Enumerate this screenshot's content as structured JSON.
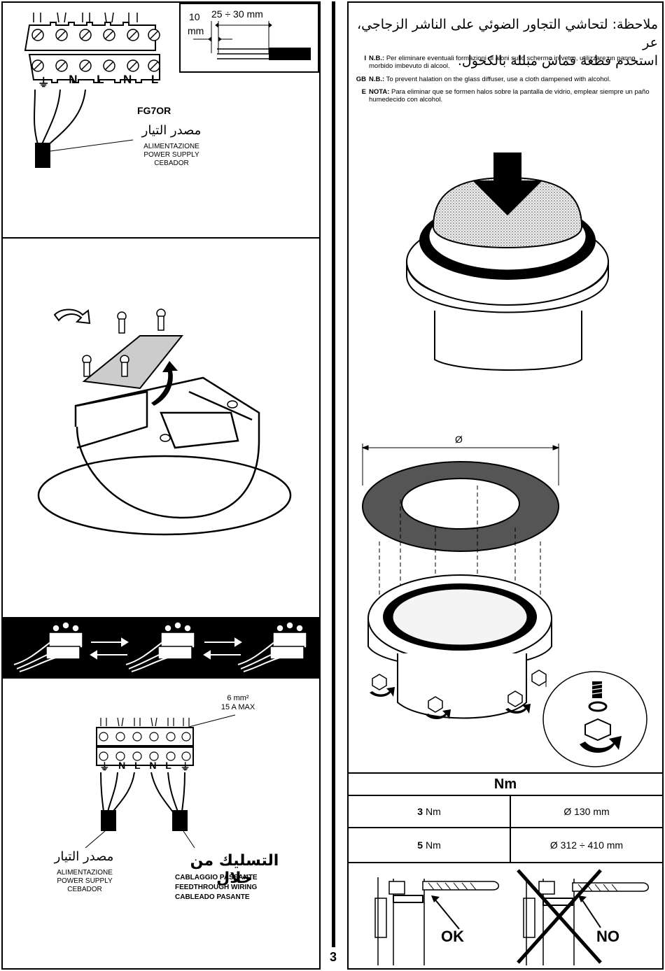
{
  "page_number": "3",
  "wiring_top": {
    "dim_left_value": "10",
    "dim_left_unit": "mm",
    "dim_right": "25 ÷ 30 mm",
    "terminal_labels": [
      "⏚",
      "N",
      "L",
      "N",
      "L"
    ],
    "cable_code": "FG7OR",
    "arabic_label": "مصدر التيار",
    "power_labels": [
      "ALIMENTAZIONE",
      "POWER SUPPLY",
      "CEBADOR"
    ]
  },
  "notes": {
    "arabic_line1": "ملاحظة: لتحاشي التجاور الضوئي على الناشر الزجاجي، عر",
    "arabic_line2": "استخدم قطعة قماش مبللة بالكحول.",
    "items": [
      {
        "code": "I",
        "title": "N.B.:",
        "text": "Per eliminare eventuali formazioni di aloni sullo schermo in vetro, utilizzare un panno morbido imbevuto di alcool."
      },
      {
        "code": "GB",
        "title": "N.B.:",
        "text": "To prevent halation on the glass diffuser, use a cloth dampened with alcohol."
      },
      {
        "code": "E",
        "title": "NOTA:",
        "text": "Para eliminar que se formen halos sobre la pantalla de vidrio, emplear siempre un paño humedecido con alcohol."
      }
    ]
  },
  "diameter_symbol": "Ø",
  "wiring_bottom": {
    "spec_line1": "6 mm²",
    "spec_line2": "15 A MAX",
    "terminal_labels": [
      "⏚",
      "N",
      "L",
      "N",
      "L",
      "⏚"
    ],
    "arabic_power": "مصدر التيار",
    "power_labels": [
      "ALIMENTAZIONE",
      "POWER SUPPLY",
      "CEBADOR"
    ],
    "arabic_feed": "التسليك من خلال",
    "feed_labels": [
      "CABLAGGIO PASSANTE",
      "FEEDTHROUGH  WIRING",
      "CABLEADO  PASANTE"
    ]
  },
  "torque_table": {
    "header": "Nm",
    "rows": [
      {
        "torque_value": "3",
        "torque_unit": "Nm",
        "diameter": "Ø 130 mm"
      },
      {
        "torque_value": "5",
        "torque_unit": "Nm",
        "diameter": "Ø 312  ÷  410 mm"
      }
    ]
  },
  "ok_label": "OK",
  "no_label": "NO"
}
